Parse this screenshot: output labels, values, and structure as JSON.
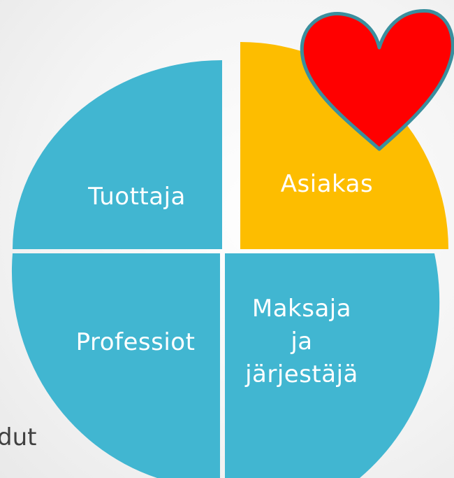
{
  "diagram": {
    "segments": {
      "top_left": {
        "label": "Tuottaja",
        "color": "#41b6d1"
      },
      "top_right": {
        "label": "Asiakas",
        "color": "#fdbd00"
      },
      "bottom_left": {
        "label": "Professiot",
        "color": "#41b6d1"
      },
      "bottom_right": {
        "lines": [
          "Maksaja",
          "ja",
          "järjestäjä"
        ],
        "color": "#41b6d1"
      }
    },
    "heart": {
      "icon": "heart-icon",
      "fill": "#ff0000",
      "stroke": "#3a8f9e"
    }
  },
  "background_text": "dut"
}
